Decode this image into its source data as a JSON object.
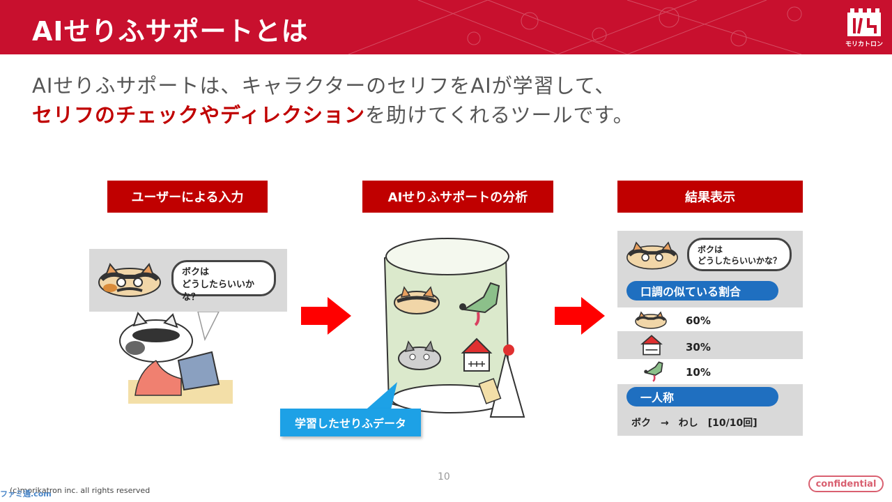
{
  "header": {
    "title": "AIせりふサポートとは",
    "logo_text": "モリカトロン",
    "color": "#c8102e"
  },
  "intro": {
    "line1": "AIせりふサポートは、キャラクターのセリフをAIが学習して、",
    "line2_highlight": "セリフのチェックやディレクション",
    "line2_rest": "を助けてくれるツールです。"
  },
  "steps": [
    {
      "label": "ユーザーによる入力"
    },
    {
      "label": "AIせりふサポートの分析"
    },
    {
      "label": "結果表示"
    }
  ],
  "input": {
    "bubble_line1": "ボクは",
    "bubble_line2": "どうしたらいいかな？"
  },
  "analysis": {
    "tooltip": "学習したせりふデータ"
  },
  "result": {
    "bubble_line1": "ボクは",
    "bubble_line2": "どうしたらいいかな？",
    "tone_title": "口調の似ている割合",
    "tone_rows": [
      {
        "character": "cat-mustache-icon",
        "percent": "60%"
      },
      {
        "character": "house-robot-icon",
        "percent": "30%"
      },
      {
        "character": "dog-icon",
        "percent": "10%"
      }
    ],
    "pronoun_title": "一人称",
    "pronoun_line": "ボク　→　わし　[10/10回]"
  },
  "footer": {
    "page": "10",
    "copyright": "(c)morikatron inc. all rights reserved",
    "confidential": "confidential",
    "watermark": "ファミ通.com"
  },
  "colors": {
    "accent_red": "#c00000",
    "pill_blue": "#1f6fc0",
    "tooltip_blue": "#1da1e6",
    "arrow_red": "#ff0000"
  }
}
